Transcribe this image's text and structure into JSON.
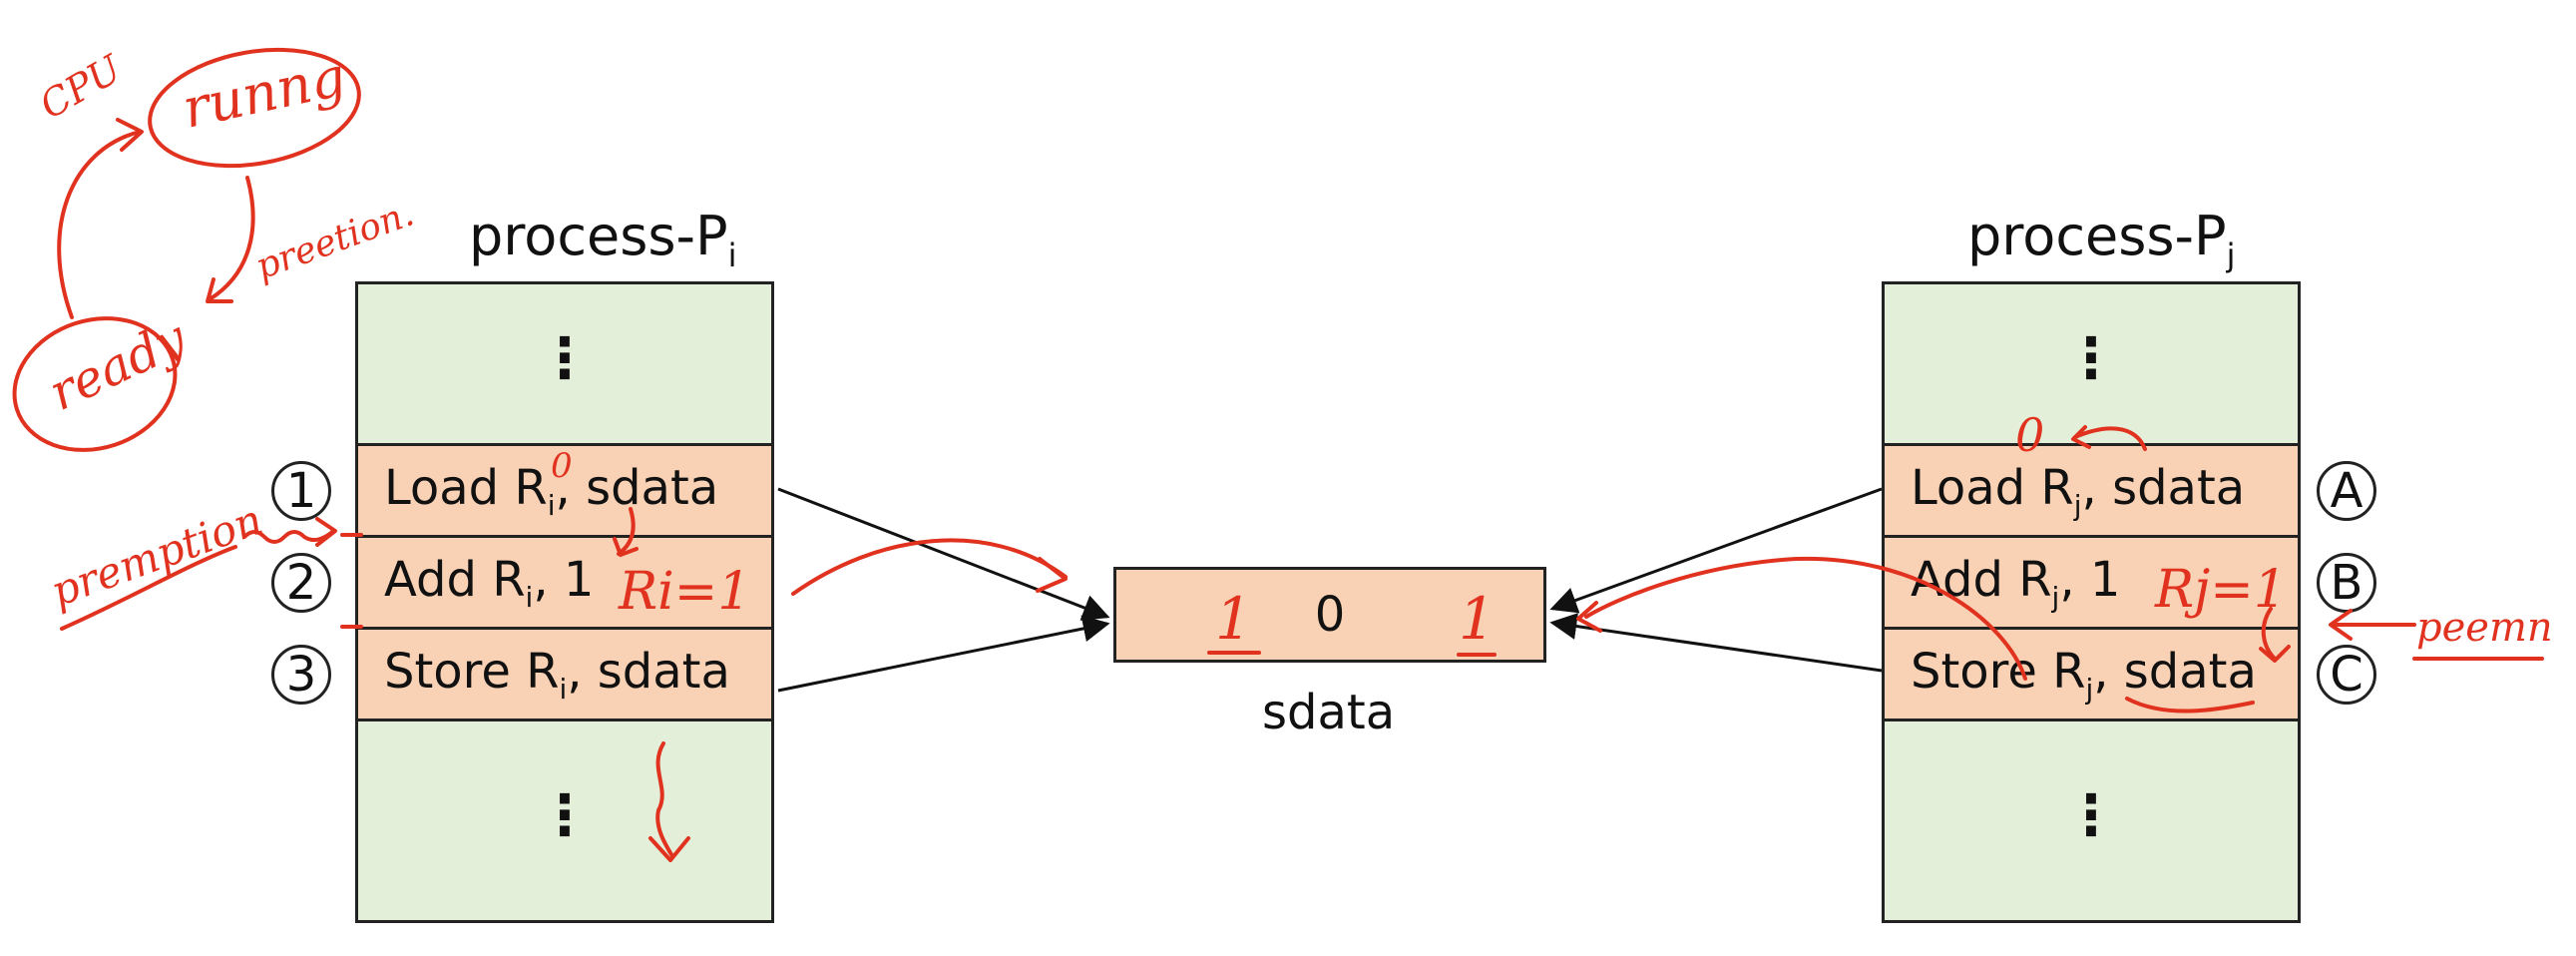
{
  "process_i": {
    "title_main": "process-P",
    "title_sub": "i",
    "top_dots": "⋮",
    "bottom_dots": "⋮",
    "instructions": [
      {
        "marker": "1",
        "op": "Load R",
        "sub": "i",
        "rest": ", sdata"
      },
      {
        "marker": "2",
        "op": "Add R",
        "sub": "i",
        "rest": ", 1"
      },
      {
        "marker": "3",
        "op": "Store R",
        "sub": "i",
        "rest": ", sdata"
      }
    ]
  },
  "process_j": {
    "title_main": "process-P",
    "title_sub": "j",
    "top_dots": "⋮",
    "bottom_dots": "⋮",
    "instructions": [
      {
        "marker": "A",
        "op": "Load R",
        "sub": "j",
        "rest": ", sdata"
      },
      {
        "marker": "B",
        "op": "Add R",
        "sub": "j",
        "rest": ", 1"
      },
      {
        "marker": "C",
        "op": "Store R",
        "sub": "j",
        "rest": ", sdata"
      }
    ]
  },
  "shared": {
    "value": "0",
    "label": "sdata"
  },
  "annotations": {
    "cpu": "CPU",
    "running": "runng",
    "ready": "ready",
    "preemption_upper": "preetion.",
    "preemption_left": "premption",
    "preemption_right": "peemn",
    "ri_zero": "0",
    "ri_eq": "Ri=1",
    "rj_zero": "0",
    "rj_eq": "Rj=1",
    "sdata_left_one": "1",
    "sdata_right_one": "1"
  },
  "colors": {
    "ink": "#e0321f",
    "code_fill": "#f9d2b5",
    "frame_fill": "#e3efd9"
  }
}
